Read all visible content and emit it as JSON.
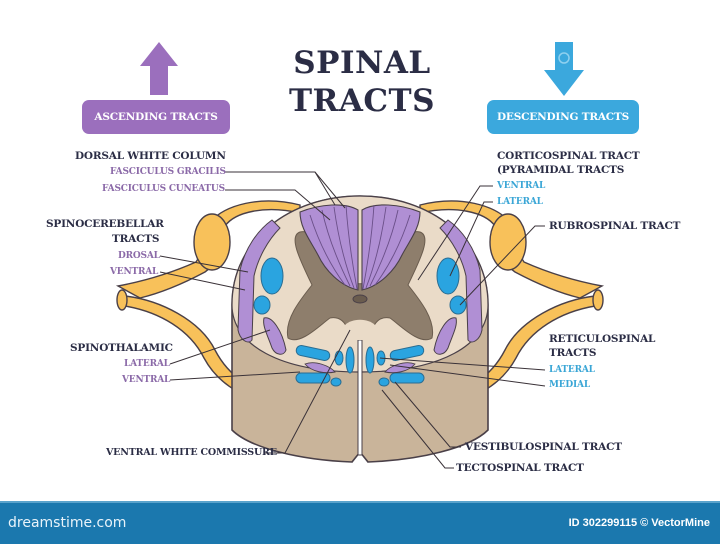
{
  "title": {
    "line1": "SPINAL",
    "line2": "TRACTS"
  },
  "ascending": {
    "label": "ASCENDING TRACTS",
    "color": "#9b6fbd",
    "arrow": "arrow-up"
  },
  "descending": {
    "label": "DESCENDING TRACTS",
    "color": "#3ba8dd",
    "arrow": "arrow-down"
  },
  "left_labels": {
    "dorsal_white_column": {
      "heading": "DORSAL WHITE COLUMN",
      "items": [
        "FASCICULUS GRACILIS",
        "FASCICULUS CUNEATUS"
      ]
    },
    "spinocerebellar": {
      "heading_line1": "SPINOCEREBELLAR",
      "heading_line2": "TRACTS",
      "items": [
        "DROSAL",
        "VENTRAL"
      ]
    },
    "spinothalamic": {
      "heading": "SPINOTHALAMIC",
      "items": [
        "LATERAL",
        "VENTRAL"
      ]
    },
    "ventral_white_commissure": "VENTRAL WHITE COMMISSURE"
  },
  "right_labels": {
    "corticospinal": {
      "heading_line1": "CORTICOSPINAL TRACT",
      "heading_line2": "(PYRAMIDAL TRACTS",
      "items": [
        "VENTRAL",
        "LATERAL"
      ]
    },
    "rubrospinal": "RUBROSPINAL TRACT",
    "reticulospinal": {
      "heading_line1": "RETICULOSPINAL",
      "heading_line2": "TRACTS",
      "items": [
        "LATERAL",
        "MEDIAL"
      ]
    },
    "vestibulospinal": "VESTIBULOSPINAL TRACT",
    "tectospinal": "TECTOSPINAL TRACT"
  },
  "colors": {
    "ascending_purple": "#b08fd4",
    "descending_blue": "#2aa4e0",
    "white_matter": "#e9dccb",
    "gray_matter": "#8e7e6c",
    "nerve_yellow": "#f8c15a",
    "outline": "#4a4048"
  },
  "footer": {
    "logo": "dreamstime.com",
    "credit": "ID 302299115 © VectorMine"
  }
}
